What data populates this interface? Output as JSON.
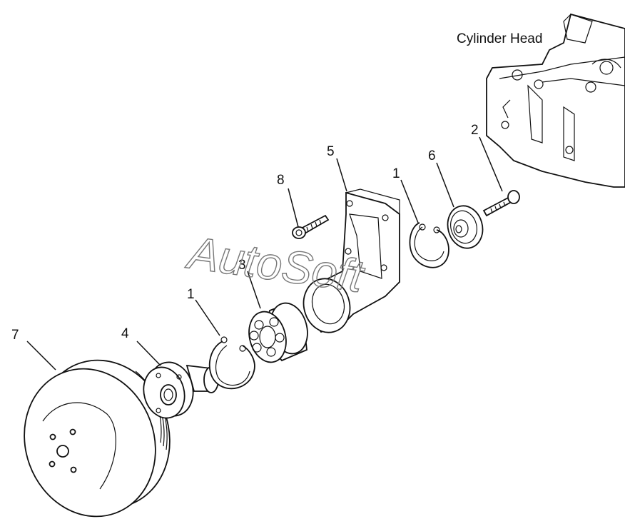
{
  "diagram": {
    "title_label": "Cylinder Head",
    "watermark": "AutoSoft",
    "callouts": [
      {
        "id": "c7",
        "text": "7"
      },
      {
        "id": "c4",
        "text": "4"
      },
      {
        "id": "c1a",
        "text": "1"
      },
      {
        "id": "c3",
        "text": "3"
      },
      {
        "id": "c8",
        "text": "8"
      },
      {
        "id": "c5",
        "text": "5"
      },
      {
        "id": "c1b",
        "text": "1"
      },
      {
        "id": "c6",
        "text": "6"
      },
      {
        "id": "c2",
        "text": "2"
      }
    ]
  }
}
